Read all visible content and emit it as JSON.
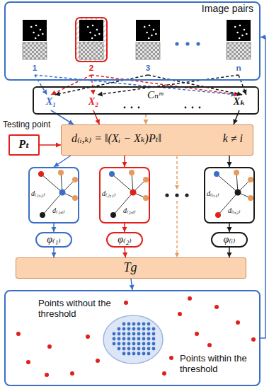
{
  "diagram": {
    "nodes": [
      {
        "text": [
          "Image pairs"
        ]
      },
      {
        "text": [
          "1"
        ],
        "in": 0
      },
      {
        "text": [
          "2"
        ],
        "in": 0
      },
      {
        "text": [
          "3"
        ],
        "in": 0
      },
      {
        "text": [
          "n"
        ],
        "in": 0
      },
      {
        "text": [
          "Cₙᵐ"
        ]
      },
      {
        "text": [
          "X₁"
        ],
        "in": 5
      },
      {
        "text": [
          "X₂"
        ],
        "in": 5
      },
      {
        "text": [
          "Xₖ"
        ],
        "in": 5
      },
      {
        "text": [
          "Testing point",
          "Pₜ"
        ]
      },
      {
        "text": [
          "d₍ᵢ,ₖ₎ = ‖(Xᵢ − Xₖ)Pₜ‖",
          "k ≠ i"
        ]
      },
      {
        "text": [
          "d₍₁,₂₎",
          "d₍₁,ᵢ₎"
        ]
      },
      {
        "text": [
          "d₍₂,₁₎",
          "d₍₂,ᵢ₎"
        ]
      },
      {
        "text": [
          "d₍ᵢ,₁₎",
          "d₍ᵢ,₂₎"
        ]
      },
      {
        "text": [
          "φ₍₁₎"
        ]
      },
      {
        "text": [
          "φ₍₂₎"
        ]
      },
      {
        "text": [
          "φ₍ᵢ₎"
        ]
      },
      {
        "text": [
          "Tg"
        ]
      },
      {
        "text": [
          "Points without the threshold",
          "Points within the threshold"
        ]
      }
    ],
    "edges": [
      {
        "from": 1,
        "to": 6,
        "arrow": "to"
      },
      {
        "from": 1,
        "to": 8,
        "arrow": "to"
      },
      {
        "from": 2,
        "to": 6,
        "arrow": "to"
      },
      {
        "from": 2,
        "to": 7,
        "arrow": "to"
      },
      {
        "from": 2,
        "to": 8,
        "arrow": "to"
      },
      {
        "from": 3,
        "to": 6,
        "arrow": "to"
      },
      {
        "from": 3,
        "to": 8,
        "arrow": "to"
      },
      {
        "from": 4,
        "to": 7,
        "arrow": "to"
      },
      {
        "from": 4,
        "to": 8,
        "arrow": "to"
      },
      {
        "from": 6,
        "to": 10,
        "arrow": "to"
      },
      {
        "from": 7,
        "to": 10,
        "arrow": "to"
      },
      {
        "from": 8,
        "to": 10,
        "arrow": "to"
      },
      {
        "from": 5,
        "to": 10,
        "arrow": "to"
      },
      {
        "from": 9,
        "to": 10,
        "arrow": "to"
      },
      {
        "from": 10,
        "to": 11,
        "arrow": "to"
      },
      {
        "from": 10,
        "to": 12,
        "arrow": "to"
      },
      {
        "from": 10,
        "to": 13,
        "arrow": "to"
      },
      {
        "from": 11,
        "to": 14,
        "arrow": "to"
      },
      {
        "from": 12,
        "to": 15,
        "arrow": "to"
      },
      {
        "from": 13,
        "to": 16,
        "arrow": "to"
      },
      {
        "from": 14,
        "to": 17,
        "arrow": "to"
      },
      {
        "from": 15,
        "to": 17,
        "arrow": "to"
      },
      {
        "from": 16,
        "to": 17,
        "arrow": "to"
      },
      {
        "from": 17,
        "to": 18,
        "arrow": "to"
      },
      {
        "from": 18,
        "to": 0,
        "arrow": "to"
      }
    ]
  }
}
